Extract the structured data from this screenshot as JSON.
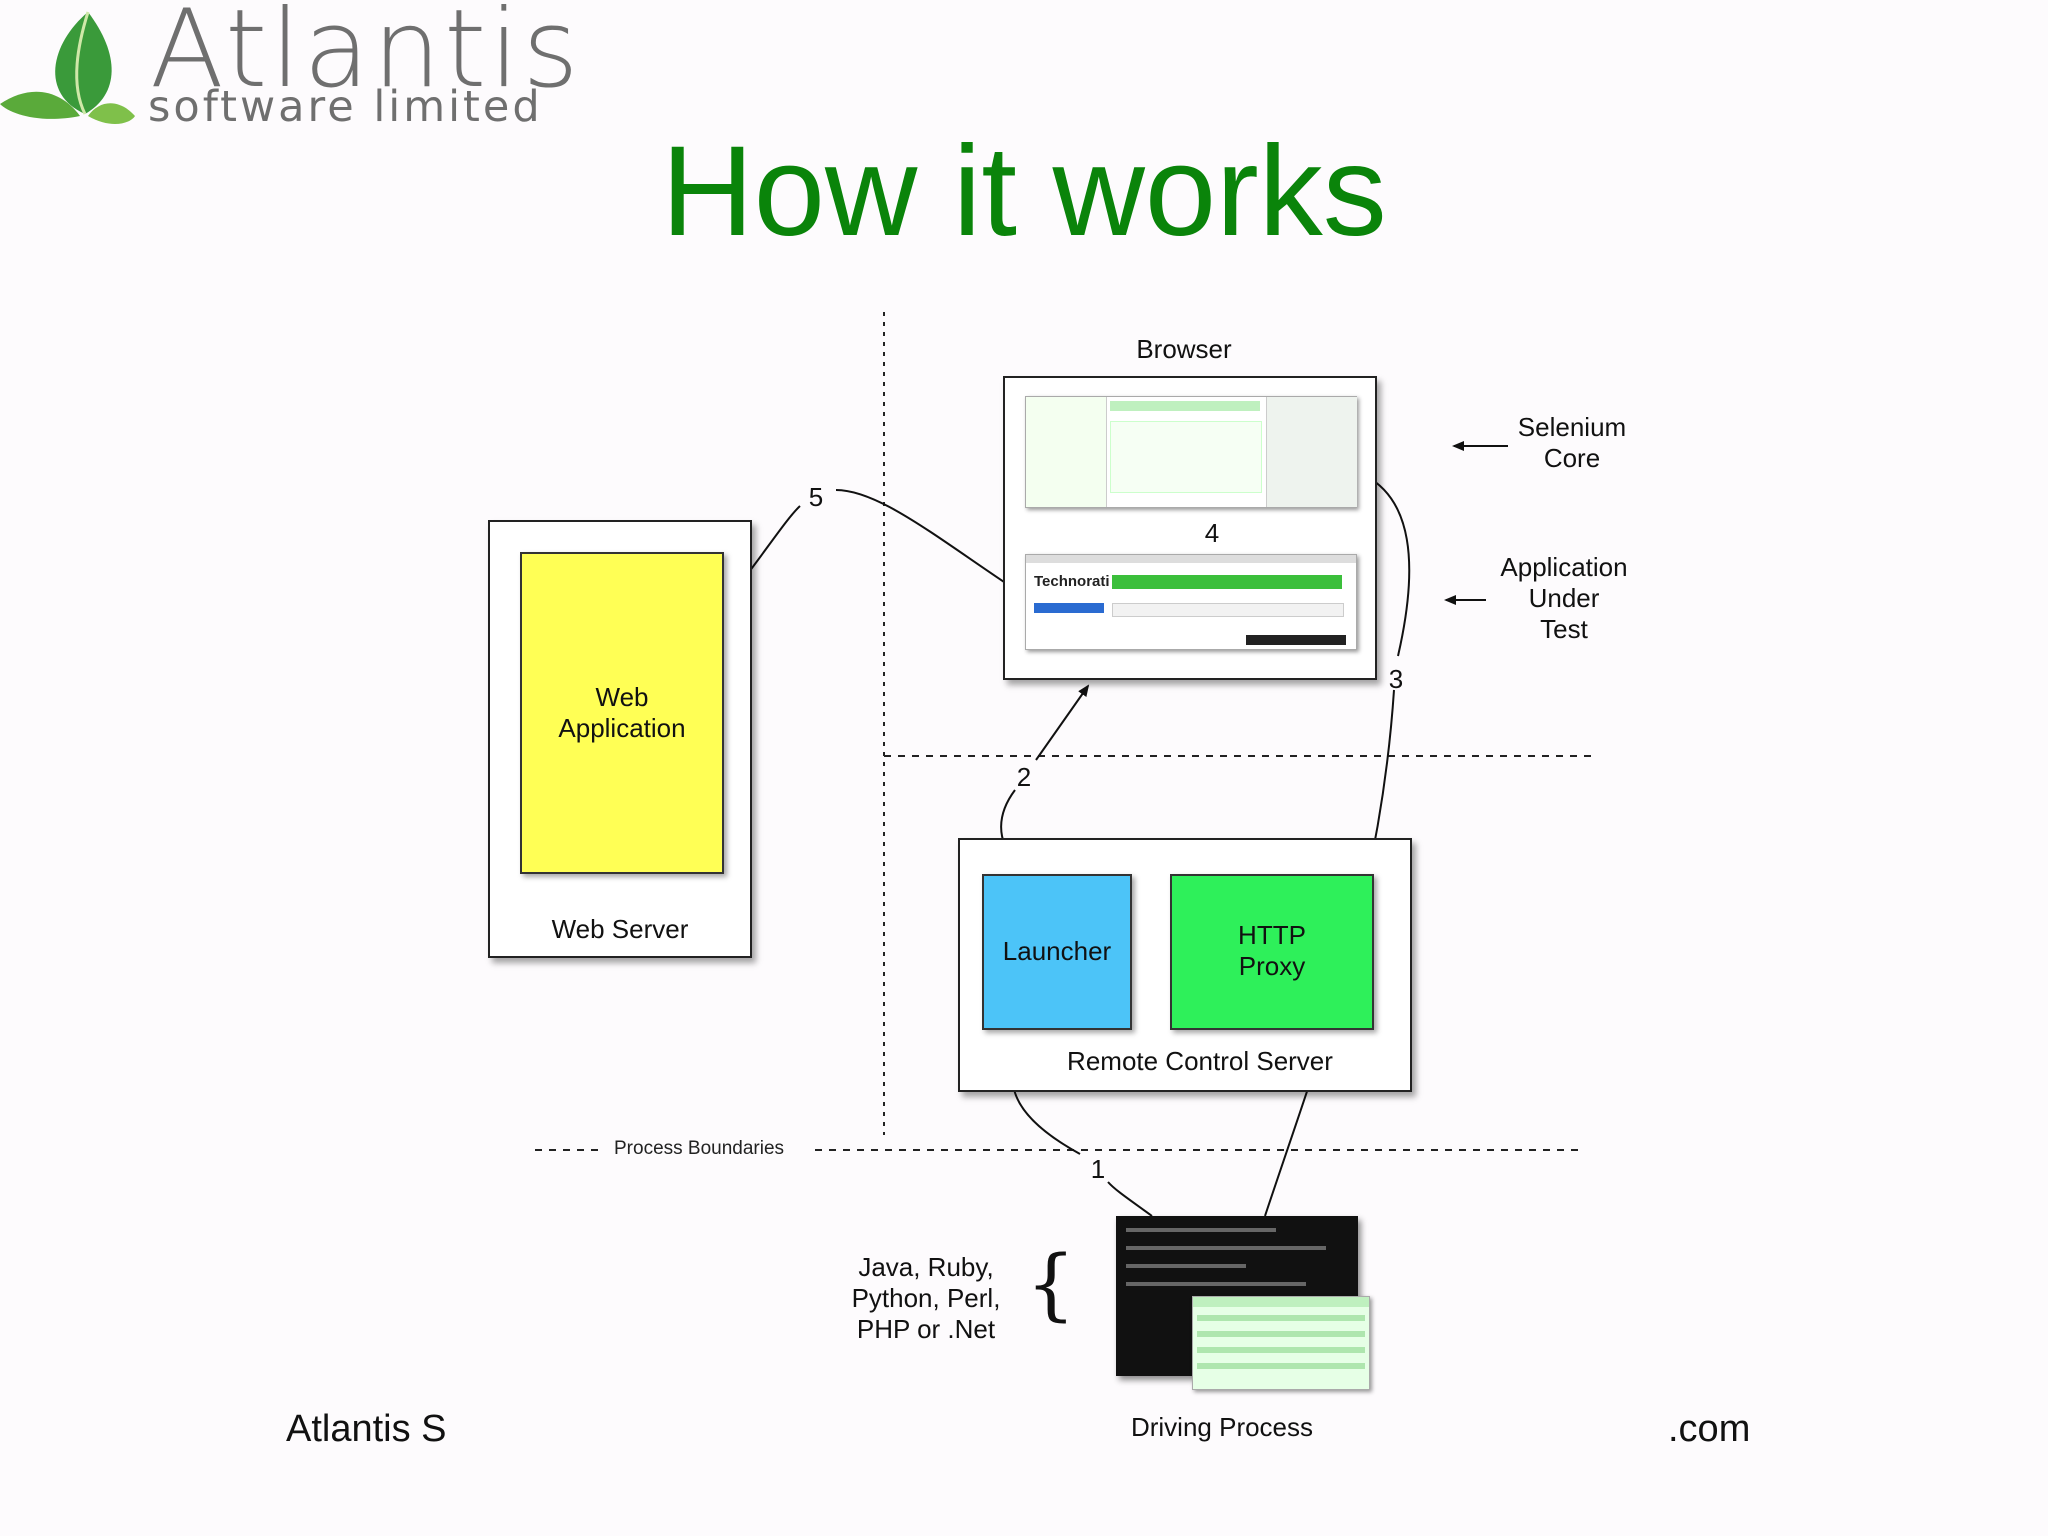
{
  "logo": {
    "name": "Atlantis",
    "tagline": "software limited",
    "leaf_colors": [
      "#2f8a2f",
      "#7fc04a",
      "#b8dd7a"
    ]
  },
  "slide": {
    "title": "How it works"
  },
  "diagram": {
    "browser_label": "Browser",
    "selenium_core": "Selenium\nCore",
    "app_under_test": "Application\nUnder\nTest",
    "web_application": "Web\nApplication",
    "web_server": "Web Server",
    "launcher": "Launcher",
    "http_proxy": "HTTP\nProxy",
    "remote_control_server": "Remote Control Server",
    "process_boundaries": "Process Boundaries",
    "languages": "Java, Ruby,\nPython, Perl,\nPHP or .Net",
    "brace": "{",
    "driving_process": "Driving Process",
    "technorati": "Technorati",
    "steps": {
      "s1": "1",
      "s2": "2",
      "s3": "3",
      "s4": "4",
      "s5": "5"
    },
    "colors": {
      "web_app": "#ffff55",
      "launcher": "#4cc4f8",
      "proxy": "#2ef05a",
      "title": "#0a840a"
    }
  },
  "footer": {
    "left": "Atlantis S",
    "right": ".com"
  }
}
